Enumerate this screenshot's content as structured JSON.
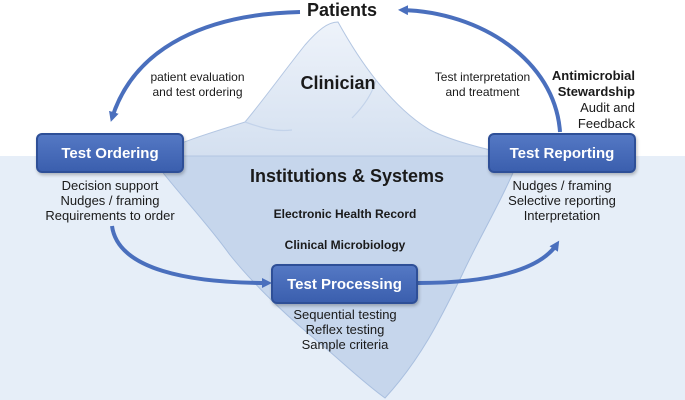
{
  "title": "Patients",
  "iceberg": {
    "tip_label": "Clinician",
    "base_title": "Institutions & Systems",
    "layers": [
      "Electronic Health Record",
      "Clinical Microbiology"
    ]
  },
  "arrows": {
    "left_label": [
      "patient evaluation",
      "and test ordering"
    ],
    "right_label": [
      "Test interpretation",
      "and treatment"
    ]
  },
  "stewardship": {
    "heading": [
      "Antimicrobial",
      "Stewardship"
    ],
    "details": [
      "Audit and",
      "Feedback"
    ]
  },
  "boxes": {
    "ordering": {
      "label": "Test Ordering",
      "items": [
        "Decision support",
        "Nudges / framing",
        "Requirements to order"
      ]
    },
    "processing": {
      "label": "Test Processing",
      "items": [
        "Sequential testing",
        "Reflex testing",
        "Sample criteria"
      ]
    },
    "reporting": {
      "label": "Test Reporting",
      "items": [
        "Nudges / framing",
        "Selective reporting",
        "Interpretation"
      ]
    }
  },
  "colors": {
    "arrow": "#4a6fbd",
    "box": "#3f63b2",
    "water": "#e6eef8",
    "iceberg_underwater": "#c6d6ec",
    "iceberg_tip": "#e2ebf6"
  }
}
